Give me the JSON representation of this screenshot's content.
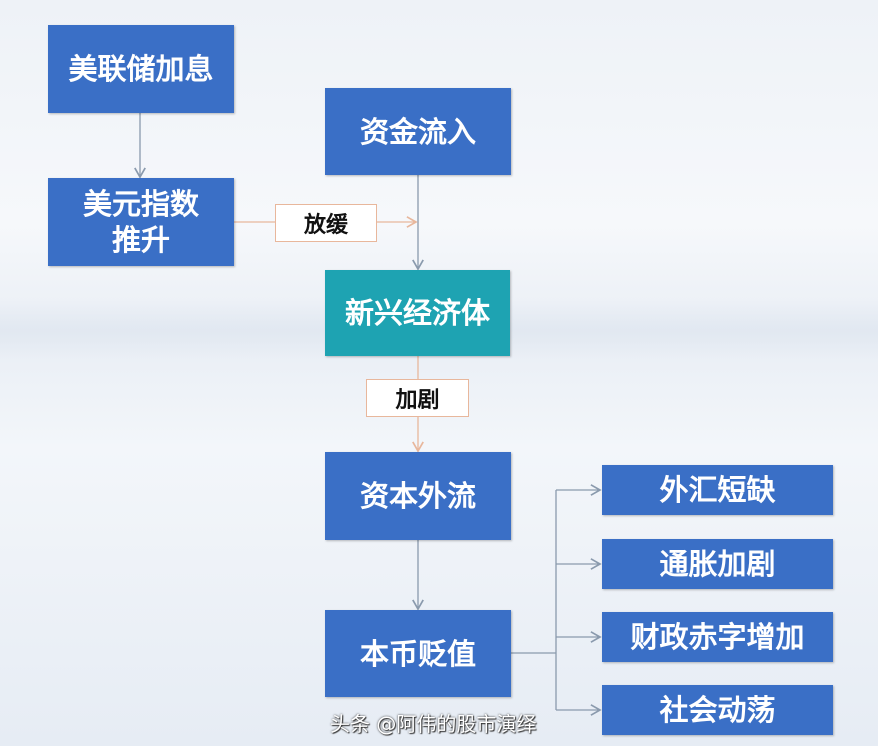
{
  "nodes": {
    "fed_rate_hike": "美联储加息",
    "dollar_index_line1": "美元指数",
    "dollar_index_line2": "推升",
    "capital_inflow": "资金流入",
    "emerging_economies": "新兴经济体",
    "capital_outflow": "资本外流",
    "currency_depreciation": "本币贬值",
    "fx_shortage": "外汇短缺",
    "inflation_worsens": "通胀加剧",
    "fiscal_deficit_increase": "财政赤字增加",
    "social_unrest": "社会动荡"
  },
  "edge_labels": {
    "slow_down": "放缓",
    "intensify": "加剧"
  },
  "colors": {
    "box_blue": "#3a6fc6",
    "box_teal": "#1ea3b2",
    "label_border": "#e8b79c",
    "arrow_gray": "#8a9aad",
    "arrow_orange": "#e8b79c"
  },
  "watermark": "头条 @阿伟的股市演绎"
}
